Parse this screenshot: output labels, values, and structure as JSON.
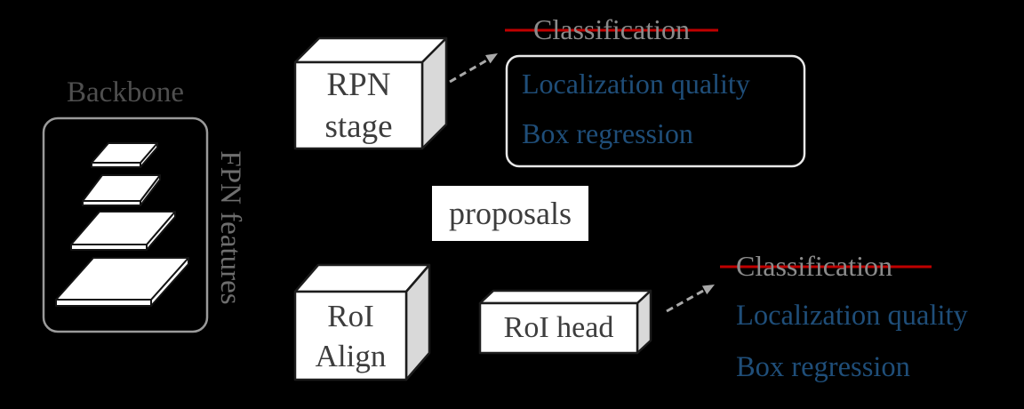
{
  "colors": {
    "background": "#000000",
    "box_fill": "#ffffff",
    "box_side": "#d9d9d9",
    "box_edge": "#1c1c1c",
    "backbone_border": "#9a9a9a",
    "outputs_border": "#e8e8e8",
    "backbone_text": "#4f4f4f",
    "fpn_text": "#6e6e6e",
    "dark_text": "#3d3d3d",
    "gray_text": "#8b8b8b",
    "blue_text": "#1f4e79",
    "strikethrough_red": "#c00000",
    "arrow_gray": "#a9a9a9"
  },
  "backbone": {
    "label": "Backbone",
    "fpn_label": "FPN features",
    "layer_count": 4
  },
  "rpn_box": {
    "line1": "RPN",
    "line2": "stage"
  },
  "proposals": {
    "label": "proposals"
  },
  "roi_align_box": {
    "line1": "RoI",
    "line2": "Align"
  },
  "roi_head_box": {
    "label": "RoI head"
  },
  "rpn_outputs": {
    "classification": {
      "label": "Classification",
      "struck_through": true
    },
    "items": [
      "Localization quality",
      "Box regression"
    ]
  },
  "roi_outputs": {
    "classification": {
      "label": "Classification",
      "struck_through": true
    },
    "items": [
      "Localization quality",
      "Box regression"
    ]
  }
}
